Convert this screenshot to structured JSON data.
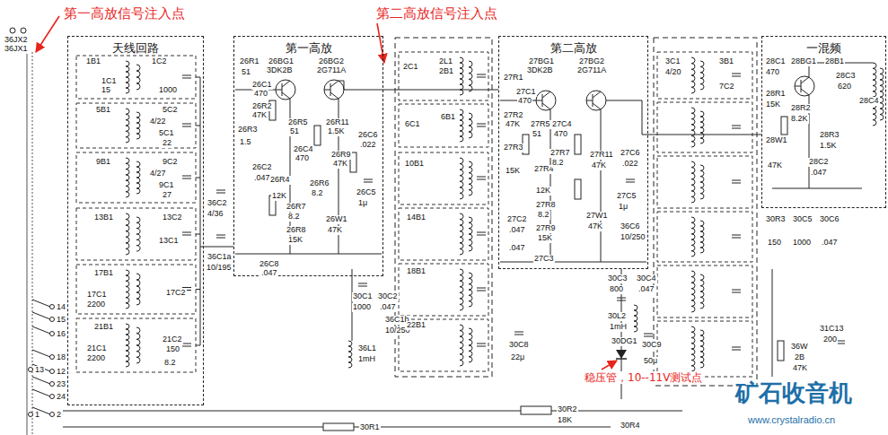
{
  "diagram": {
    "nodes": [
      {
        "text": [
          "天线回路"
        ]
      },
      {
        "text": [
          "第一高放"
        ]
      },
      {
        "text": [
          "第二高放"
        ]
      },
      {
        "text": [
          "一混频"
        ]
      }
    ],
    "edges": [
      {
        "from": 0,
        "to": 1,
        "arrow": "none"
      },
      {
        "from": 1,
        "to": 2,
        "arrow": "none"
      },
      {
        "from": 2,
        "to": 3,
        "arrow": "none"
      }
    ],
    "labels": [
      "第一高放信号注入点",
      "第二高放信号注入点",
      "稳压管，10--11V测试点",
      "矿石收音机",
      "www.crystalradio.cn",
      "36JX2",
      "36JX1",
      "1B1",
      "1C1",
      "15",
      "1C2",
      "1000",
      "5B1",
      "5C2",
      "4/22",
      "5C1",
      "22",
      "9B1",
      "9C2",
      "4/27",
      "9C1",
      "27",
      "13B1",
      "13C2",
      "13C1",
      "17B1",
      "17C1",
      "2200",
      "17C2",
      "21B1",
      "21C1",
      "2200",
      "21C2",
      "150",
      "8.2",
      "14",
      "15",
      "16",
      "18",
      "13",
      "12",
      "23",
      "24",
      "1",
      "2",
      "26R1",
      "51",
      "26BG1",
      "3DK2B",
      "26BG2",
      "2G711A",
      "26C1",
      "470",
      "26R2",
      "47K",
      "26R3",
      "1.5",
      "26C2",
      ".047",
      "26R4",
      "12K",
      "26R5",
      "51",
      "26C4",
      "470",
      "26R6",
      "8.2",
      "26R7",
      "8.2",
      "26R8",
      "15K",
      "26R11",
      "1.5K",
      "26R9",
      "47K",
      "26W1",
      "47K",
      "26C5",
      "1μ",
      "26C6",
      ".022",
      "26C8",
      ".047",
      "36C2",
      "4/36",
      "36C1a",
      "10/195",
      "30C1",
      "1000",
      "30C2",
      ".047",
      "36C1b",
      "10/250",
      "36L1",
      "1mH",
      "2L1",
      "2B1",
      "2C1",
      "6B1",
      "6C1",
      "10B1",
      "14B1",
      "18B1",
      "22B1",
      "27R1",
      "27BG1",
      "3DK2B",
      "27BG2",
      "2G711A",
      "27C1",
      "470",
      "27R2",
      "47K",
      "27R3",
      "15K",
      "27R4",
      "12K",
      "27R5",
      "51",
      "27C4",
      "470",
      "27R7",
      "8.2",
      "27R8",
      "8.2",
      "27R9",
      "15K",
      "27R11",
      "47K",
      "27W1",
      "47K",
      "27C6",
      ".022",
      "27C5",
      "1μ",
      "27C2",
      ".047",
      "27C3",
      ".047",
      "36C6",
      "10/250",
      "3B1",
      "3C1",
      "4/20",
      "7C2",
      "30C3",
      "800",
      "30C4",
      ".047",
      "30L2",
      "1mH",
      "30DG1",
      "30C9",
      "50μ",
      "30C8",
      "22μ",
      "30R2",
      "18K",
      "30R1",
      "30R4",
      "28C1",
      "470",
      "28BG1",
      "28B1",
      "28C3",
      "620",
      "28C4",
      "28R1",
      "15K",
      "28R2",
      "8.2K",
      "28R3",
      "1.5K",
      "28W1",
      "47K",
      "28C2",
      ".047",
      "30R3",
      "150",
      "30C5",
      "1000",
      "30C6",
      ".047",
      "31C13",
      "200",
      "36W",
      "2B",
      "47K"
    ]
  }
}
